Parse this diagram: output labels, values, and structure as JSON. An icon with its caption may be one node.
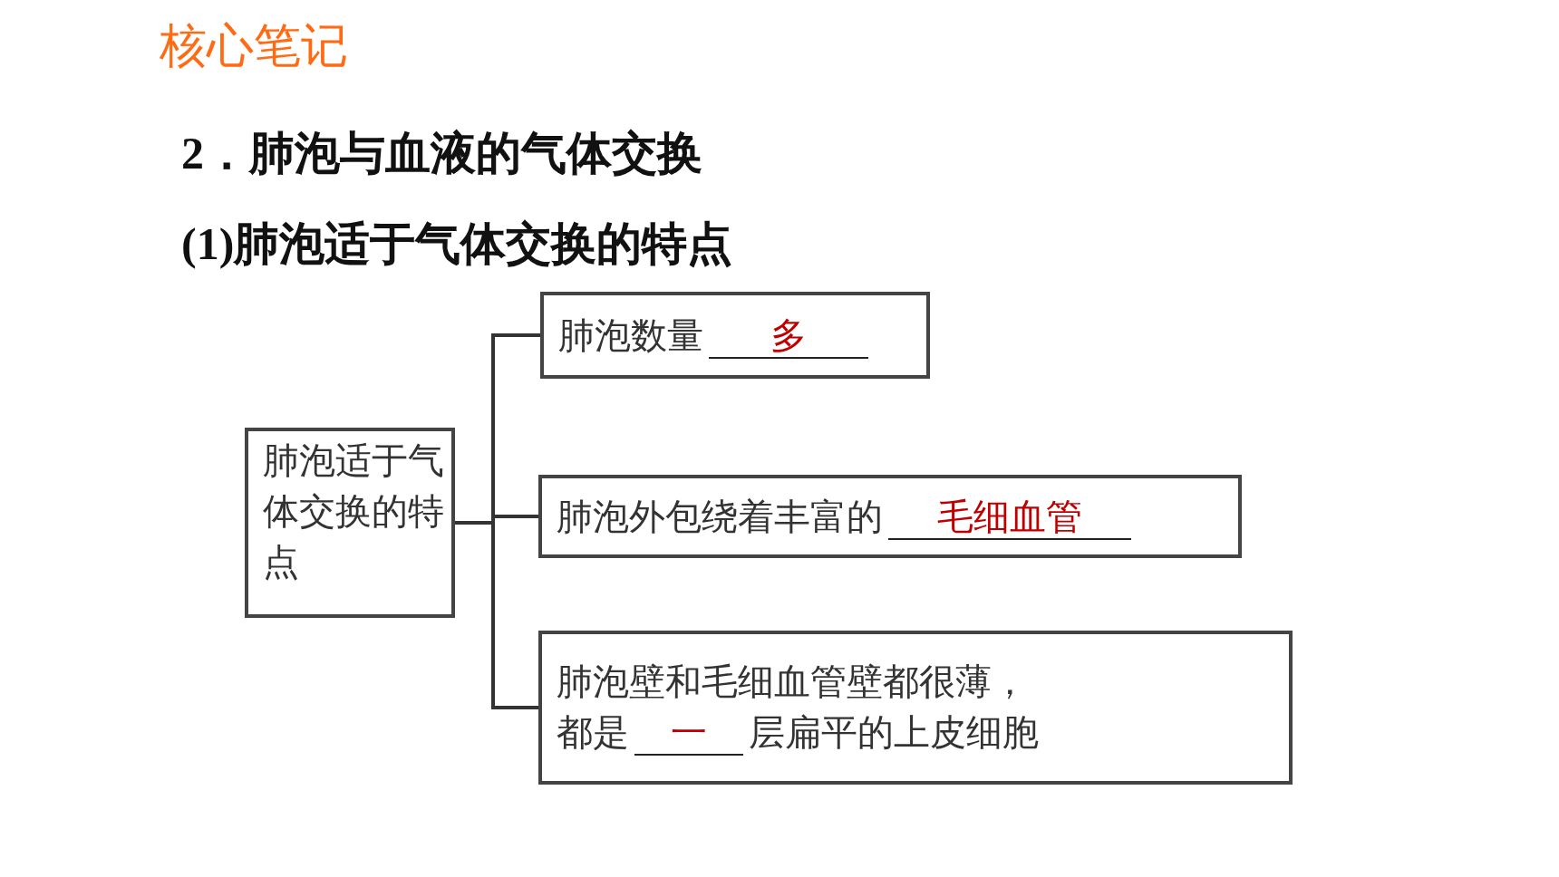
{
  "diagram": {
    "title": "核心笔记",
    "nodes": [
      {
        "text": [
          "肺泡适于气体交换的特点"
        ]
      },
      {
        "text": [
          "肺泡数量",
          "多"
        ]
      },
      {
        "text": [
          "肺泡外包绕着丰富的",
          "毛细血管"
        ]
      },
      {
        "text": [
          "肺泡壁和毛细血管壁都很薄，都是",
          "一",
          "层扁平的上皮细胞"
        ]
      }
    ],
    "edges": [
      {
        "from": 0,
        "to": 1,
        "arrow": "none"
      },
      {
        "from": 0,
        "to": 2,
        "arrow": "none"
      },
      {
        "from": 0,
        "to": 3,
        "arrow": "none"
      }
    ],
    "labels": [
      "2．肺泡与血液的气体交换",
      "(1)肺泡适于气体交换的特点"
    ]
  }
}
